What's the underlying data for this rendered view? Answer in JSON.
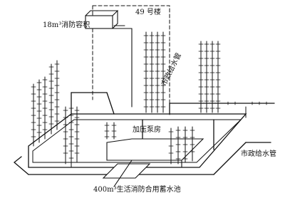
{
  "labels": {
    "fire_tank": "18m³消防容积",
    "building": "49 号楼",
    "municipal_main_upper": "市政给水管",
    "pump_room": "加压泵房",
    "municipal_main_lower": "市政给水管",
    "storage_pool": "400m³生活消防合用蓄水池"
  }
}
